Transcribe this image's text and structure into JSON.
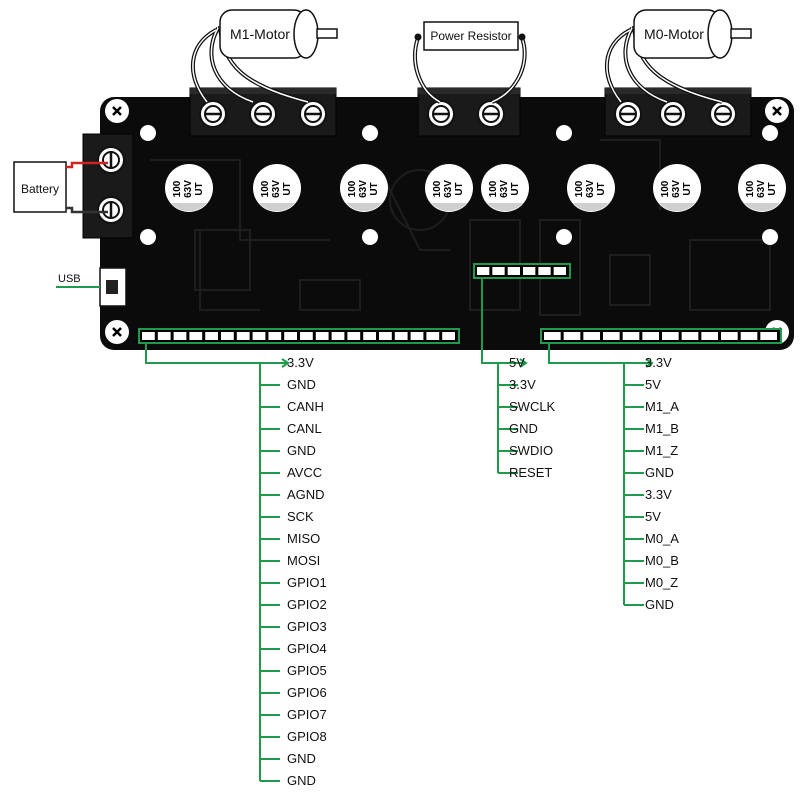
{
  "motors": {
    "m1": "M1-Motor",
    "m0": "M0-Motor"
  },
  "power_resistor": "Power Resistor",
  "battery": "Battery",
  "usb": "USB",
  "capacitor": {
    "line1": "100",
    "line2": "63V",
    "line3": "UT"
  },
  "pinouts": {
    "left": {
      "pins": [
        "3.3V",
        "GND",
        "CANH",
        "CANL",
        "GND",
        "AVCC",
        "AGND",
        "SCK",
        "MISO",
        "MOSI",
        "GPIO1",
        "GPIO2",
        "GPIO3",
        "GPIO4",
        "GPIO5",
        "GPIO6",
        "GPIO7",
        "GPIO8",
        "GND",
        "GND"
      ]
    },
    "swd": {
      "pins": [
        "5V",
        "3.3V",
        "SWCLK",
        "GND",
        "SWDIO",
        "RESET"
      ]
    },
    "right": {
      "pins": [
        "3.3V",
        "5V",
        "M1_A",
        "M1_B",
        "M1_Z",
        "GND",
        "3.3V",
        "5V",
        "M0_A",
        "M0_B",
        "M0_Z",
        "GND"
      ]
    }
  },
  "colors": {
    "board": "#0b0b0b",
    "connector_line": "#1f9a4a",
    "battery_positive": "#d42020",
    "battery_negative": "#333333"
  }
}
